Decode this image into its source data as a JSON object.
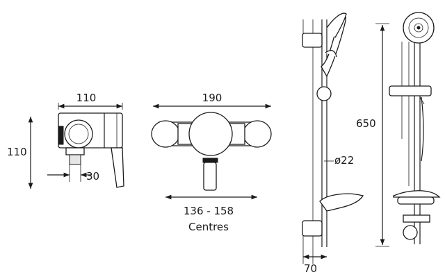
{
  "dimensions": {
    "side_width": "110",
    "side_height": "110",
    "outlet_offset": "30",
    "front_width": "190",
    "centres_range": "136 - 158",
    "centres_label": "Centres",
    "hose_diameter": "ø22",
    "rail_depth": "70",
    "rail_height": "650"
  }
}
